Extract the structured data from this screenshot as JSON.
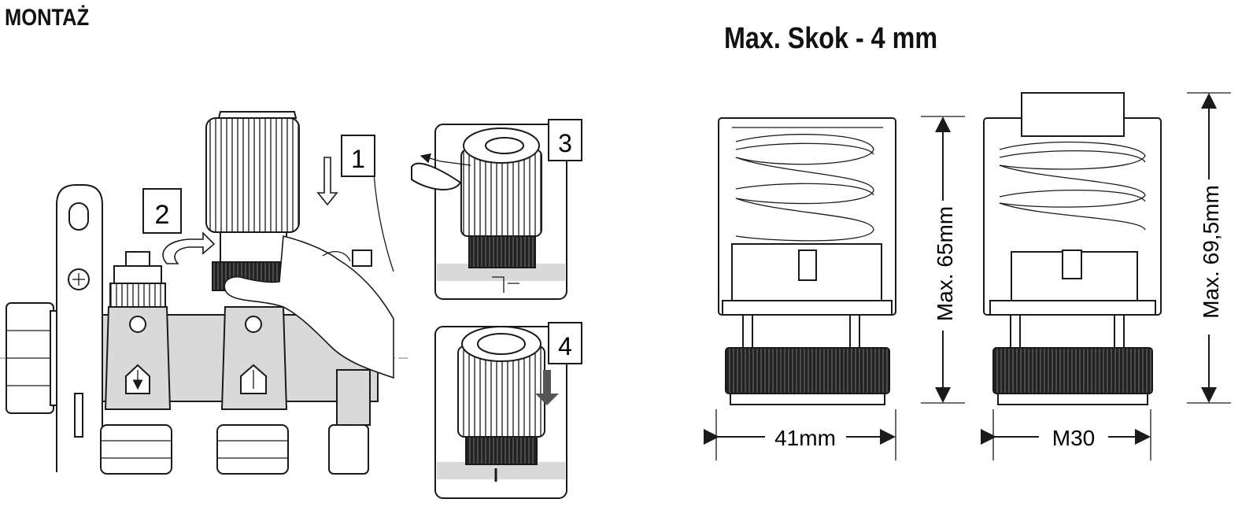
{
  "headings": {
    "installation": "MONTAŻ",
    "max_stroke": "Max. Skok - 4 mm"
  },
  "steps": [
    "1",
    "2",
    "3",
    "4"
  ],
  "dimensions": {
    "width": "41mm",
    "thread": "M30",
    "height_left": "Max. 65mm",
    "height_right": "Max. 69,5mm"
  }
}
